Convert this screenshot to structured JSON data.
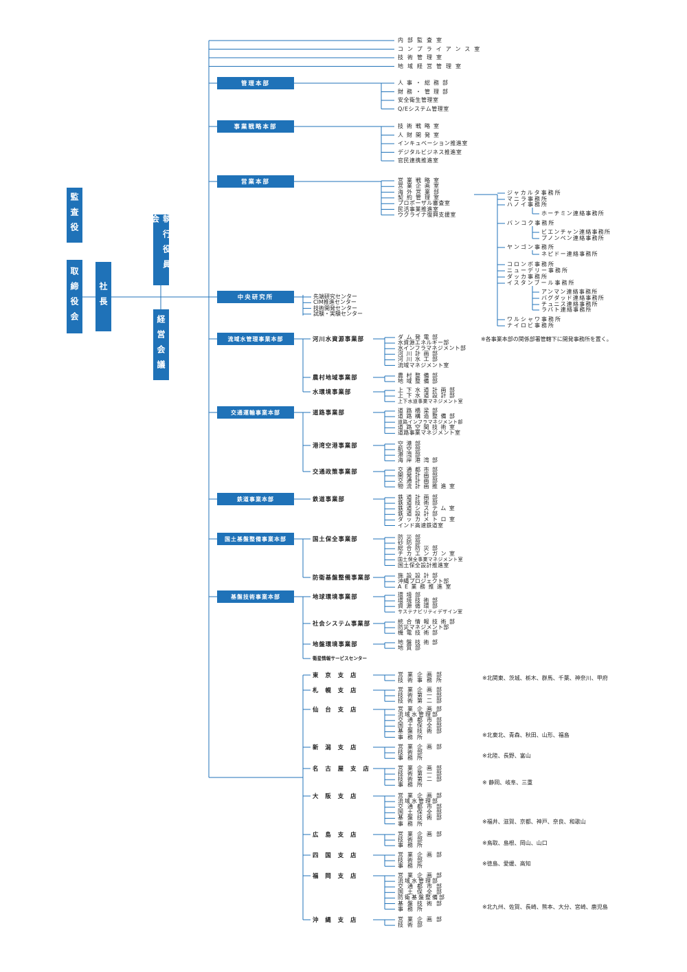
{
  "left_column": {
    "auditor": "監査役",
    "board": "取締役会",
    "president": "社長",
    "executive_board": "執行役員会",
    "management_meeting": "経営会議"
  },
  "top_offices": [
    "内部監査室",
    "コンプライアンス室",
    "技術管理室",
    "地域経営管理室"
  ],
  "headquarters": [
    {
      "name": "管理本部",
      "items": [
        "人事・総務部",
        "財務・管理部",
        "安全衛生管理室",
        "Q/Eシステム管理室"
      ]
    },
    {
      "name": "事業戦略本部",
      "items": [
        "技術戦略室",
        "人財開発室",
        "インキュベーション推進室",
        "デジタルビジネス推進室",
        "官民連携推進室"
      ]
    },
    {
      "name": "営業本部",
      "items": [
        "営業戦略室",
        "営業企画室",
        "海外営業部",
        "契約管理室",
        "プロポーザル審査室",
        "民活事業推進室",
        "ウクライナ復興支援室"
      ]
    },
    {
      "name": "中央研究所",
      "items": [
        "先端研究センター",
        "CIM推進センター",
        "技術開発センター",
        "試験・実験センター"
      ]
    }
  ],
  "overseas_offices": [
    "ジャカルタ事務所",
    "マニラ事務所",
    "ハノイ事務所",
    "ホーチミン連絡事務所",
    "バンコク事務所",
    "ビエンチャン連絡事務所",
    "プノンペン連絡事務所",
    "ヤンゴン事務所",
    "ネピドー連絡事務所",
    "コロンボ事務所",
    "ニューデリー事務所",
    "ダッカ事務所",
    "イスタンブール事務所",
    "アンマン連絡事務所",
    "バグダッド連絡事務所",
    "チュニス連絡事務所",
    "ラバト連絡事務所",
    "ワルシャワ事務所",
    "ナイロビ事務所"
  ],
  "overseas_note": "※各事業本部の関係部署管轄下に開発事務所を置く。",
  "business_units": [
    {
      "name": "流域水管理事業本部",
      "divisions": [
        {
          "name": "河川水資源事業部",
          "items": [
            "ダム発電部",
            "水資源エネルギー部",
            "水インフラマネジメント部",
            "河川計画部",
            "河川水工部",
            "流域マネジメント室"
          ]
        },
        {
          "name": "農村地域事業部",
          "items": [
            "農村整備部",
            "地域整備部"
          ]
        },
        {
          "name": "水環境事業部",
          "items": [
            "上下水道計画部",
            "上下水道設計部",
            "上下水道事業マネジメント室"
          ]
        }
      ]
    },
    {
      "name": "交通運輸事業本部",
      "divisions": [
        {
          "name": "道路事業部",
          "items": [
            "道路橋梁部",
            "道路構造整備部",
            "道路インフラマネジメント部",
            "道路空間技術室",
            "道路事業マネジメント室"
          ]
        },
        {
          "name": "港湾空港事業部",
          "items": [
            "空港部",
            "航空部",
            "港湾部",
            "海岸港湾部"
          ]
        },
        {
          "name": "交通政策事業部",
          "items": [
            "交通都市部",
            "開発計画部",
            "交通計画部",
            "物流計画推進室"
          ]
        }
      ]
    },
    {
      "name": "鉄道事業本部",
      "divisions": [
        {
          "name": "鉄道事業部",
          "items": [
            "鉄道計画部",
            "鉄道技術部",
            "鉄道システム室",
            "鉄道設計部",
            "ダッカメトロ室",
            "インド高速鉄道室"
          ]
        }
      ]
    },
    {
      "name": "国土基盤整備事業本部",
      "divisions": [
        {
          "name": "国土保全事業部",
          "items": [
            "防災部",
            "砂防部",
            "総合防災部",
            "チカエンガン室",
            "国土保全事業マネジメント室",
            "国土保全設計推進室"
          ]
        },
        {
          "name": "防衛基盤整備事業部",
          "items": [
            "施設設計部",
            "沖縄プロジェクト部",
            "AE業務推進室"
          ]
        }
      ]
    },
    {
      "name": "基盤技術事業本部",
      "divisions": [
        {
          "name": "地球環境事業部",
          "items": [
            "環境部",
            "環境技術部",
            "資源循環部",
            "サステナビリティデザイン室"
          ]
        },
        {
          "name": "社会システム事業部",
          "items": [
            "統合情報技術部",
            "防災マネジメント部",
            "機電技術部"
          ]
        },
        {
          "name": "地盤環境事業部",
          "items": [
            "地盤技術部",
            "地質部"
          ]
        },
        {
          "name": "衛星情報サービスセンター",
          "items": []
        }
      ]
    }
  ],
  "branches": [
    {
      "name": "東京支店",
      "items": [
        "営業企画部",
        "技術事務所"
      ],
      "note": "※北関東、茨城、栃木、群馬、千葉、神奈川、甲府"
    },
    {
      "name": "札幌支店",
      "items": [
        "営業企画部",
        "技術第一部",
        "技術第二部"
      ],
      "note": ""
    },
    {
      "name": "仙台支店",
      "items": [
        "営業企画部",
        "流域水管理部",
        "交通都市部",
        "国土保全部",
        "基盤技術部",
        "事務所"
      ],
      "note": "※北東北、青森、秋田、山形、福島"
    },
    {
      "name": "新潟支店",
      "items": [
        "営業企画部",
        "技術部",
        "事務所"
      ],
      "note": "※北陸、長野、富山"
    },
    {
      "name": "名古屋支店",
      "items": [
        "営業企画部",
        "技術第一部",
        "技術第二部",
        "事務所"
      ],
      "note": "※ 静岡、岐阜、三重"
    },
    {
      "name": "大阪支店",
      "items": [
        "営業企画部",
        "流域水管理部",
        "交通都市部",
        "国土保全部",
        "基盤技術部",
        "事務所"
      ],
      "note": "※福井、滋賀、京都、神戸、奈良、和歌山"
    },
    {
      "name": "広島支店",
      "items": [
        "営業企画部",
        "技術部",
        "事務所"
      ],
      "note": "※鳥取、島根、岡山、山口"
    },
    {
      "name": "四国支店",
      "items": [
        "営業企画部",
        "技術部",
        "事務所"
      ],
      "note": "※徳島、愛媛、高知"
    },
    {
      "name": "福岡支店",
      "items": [
        "営業企画部",
        "流域水管理部",
        "交通都市部",
        "国土保全部",
        "防衛基盤整備部",
        "基盤技術部",
        "事務所"
      ],
      "note": "※北九州、佐賀、長崎、熊本、大分、宮崎、鹿児島"
    },
    {
      "name": "沖縄支店",
      "items": [
        "営業企画部",
        "技術部"
      ],
      "note": ""
    }
  ],
  "colors": {
    "box": "#1f72b8",
    "line": "#1f72b8",
    "text": "#222222"
  }
}
